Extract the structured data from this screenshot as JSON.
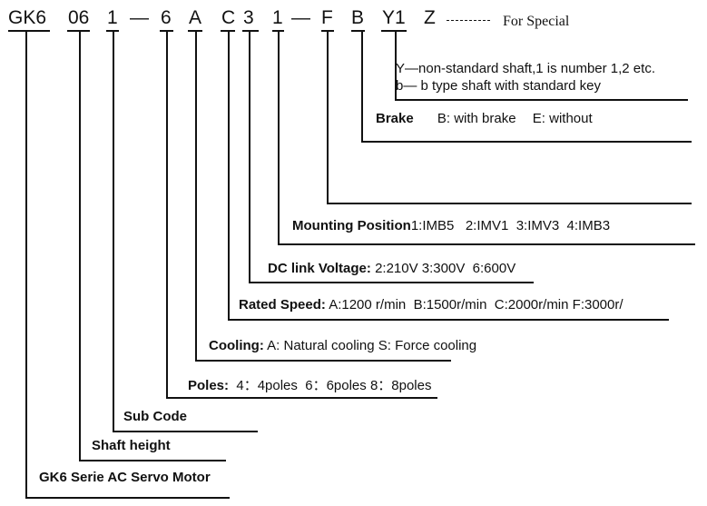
{
  "code_segments": [
    {
      "text": "GK6"
    },
    {
      "text": "06"
    },
    {
      "text": "1"
    },
    {
      "text": "—"
    },
    {
      "text": "6"
    },
    {
      "text": "A"
    },
    {
      "text": "C"
    },
    {
      "text": "3"
    },
    {
      "text": "1"
    },
    {
      "text": "—"
    },
    {
      "text": "F"
    },
    {
      "text": "B"
    },
    {
      "text": "Y1"
    },
    {
      "text": "Z"
    }
  ],
  "special_note": "For Special",
  "labels": {
    "shaft_y_line1": "Y—non-standard shaft,1 is number 1,2 etc.",
    "shaft_y_line2": "b— b type shaft with standard key",
    "brake_title": "Brake",
    "brake_b": "B: with brake",
    "brake_e": "E: without",
    "mounting_title": "Mounting Position",
    "mounting_values": "1:IMB5   2:IMV1  3:IMV3  4:IMB3",
    "dc_title": "DC link Voltage:",
    "dc_values": " 2:210V 3:300V  6:600V",
    "speed_title": "Rated Speed:",
    "speed_values": " A:1200 r/min  B:1500r/min  C:2000r/min F:3000r/",
    "cooling_title": "Cooling:",
    "cooling_values": " A: Natural cooling S: Force cooling",
    "poles_title": "Poles:",
    "poles_values": "  4：4poles  6：6poles 8：8poles",
    "subcode_title": "Sub Code",
    "shaft_height_title": "Shaft height",
    "series_title": "GK6 Serie AC Servo Motor"
  }
}
